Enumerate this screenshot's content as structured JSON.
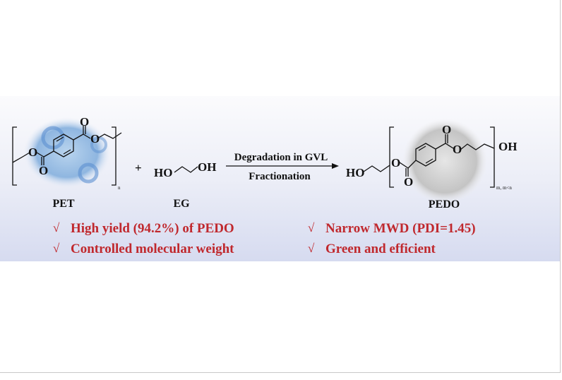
{
  "reactants": {
    "pet_label": "PET",
    "pet_subscript": "n",
    "plus": "+",
    "eg_formula_left": "HO",
    "eg_formula_right": "OH",
    "eg_label": "EG"
  },
  "reaction": {
    "condition_top": "Degradation in GVL",
    "condition_bottom": "Fractionation"
  },
  "product": {
    "pedo_label": "PEDO",
    "ho": "HO",
    "oh": "OH",
    "subscript": "m, m<n",
    "atom_o": "O"
  },
  "highlights": {
    "check": "√",
    "items": [
      "High yield (94.2%) of PEDO",
      "Controlled molecular weight",
      "Narrow MWD (PDI=1.45)",
      "Green and efficient"
    ]
  },
  "colors": {
    "accent": "#c0282d",
    "panel_bottom": "#d6dbf0"
  }
}
